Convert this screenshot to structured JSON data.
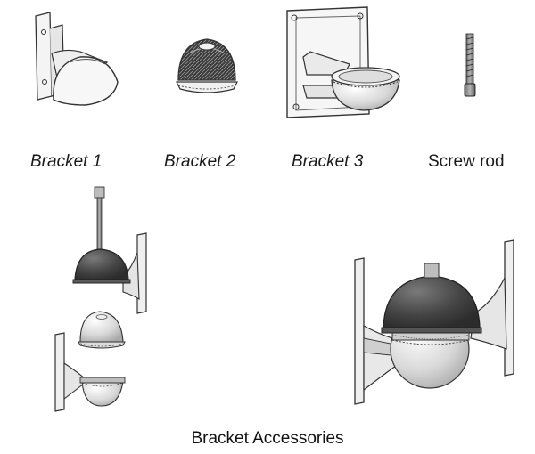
{
  "labels": {
    "bracket_1": "Bracket 1",
    "bracket_2": "Bracket 2",
    "bracket_3": "Bracket 3",
    "screw_rod": "Screw rod"
  },
  "caption": "Bracket Accessories",
  "colors": {
    "dark_shell": "#4a4a4a",
    "light_shell": "#cfcfcf",
    "outline": "#333333",
    "background": "#ffffff"
  }
}
